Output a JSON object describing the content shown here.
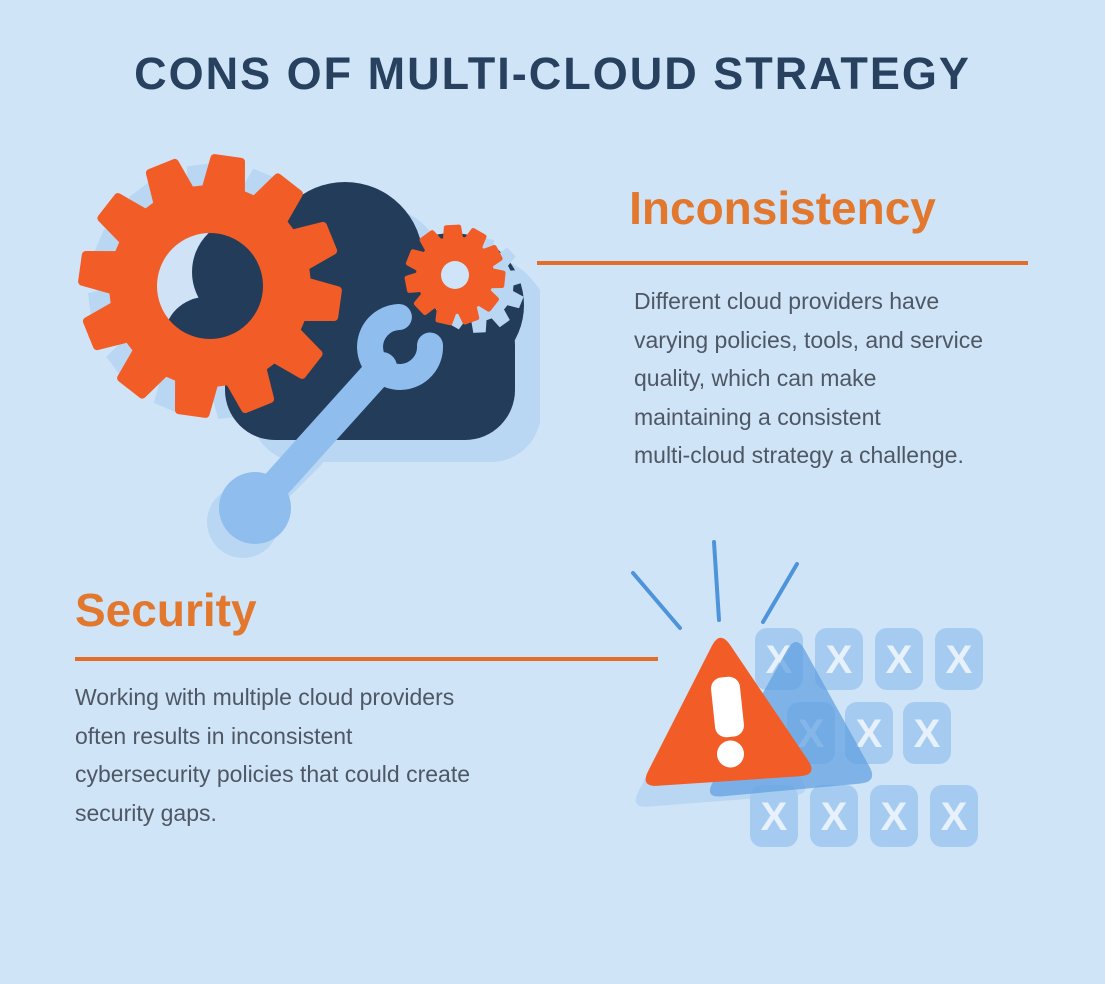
{
  "page": {
    "title": "CONS OF MULTI-CLOUD STRATEGY",
    "background": "#d0e4f8"
  },
  "sections": {
    "inconsistency": {
      "heading": "Inconsistency",
      "body_lines": [
        "Different cloud providers have",
        "varying policies, tools, and service",
        "quality, which can make",
        "maintaining a consistent",
        "multi-cloud strategy a challenge."
      ]
    },
    "security": {
      "heading": "Security",
      "body_lines": [
        "Working with multiple cloud providers",
        "often results in inconsistent",
        "cybersecurity policies that could create",
        "security gaps."
      ]
    }
  },
  "illustrations": {
    "cloud_gears": {
      "icon": "cloud-gears-wrench-icon",
      "colors": {
        "cloud_navy": "#233c5a",
        "gear_orange": "#f25c26",
        "wrench_blue": "#8fbdee",
        "shadow_blue": "#b9d7f3",
        "hole_light": "#cfe2f6",
        "small_gear_hole": "#cfe4f8"
      }
    },
    "warning": {
      "icon": "warning-triangle-x-grid-icon",
      "x_label": "X",
      "tile_rows_visible": [
        4,
        3,
        4
      ],
      "colors": {
        "triangle_orange": "#f25c26",
        "exclamation_white": "#ffffff",
        "tile_blue": "#a6cbf1",
        "tile_x": "#e7f1fc",
        "shadow_light": "#b9d7f3",
        "shadow_medium": "#5f9fe0",
        "spark_blue": "#4e94da"
      }
    }
  },
  "accent": {
    "title_navy": "#27415f",
    "heading_orange": "#e2772e",
    "rule_orange": "#e26e28",
    "body_text": "#4e5764"
  }
}
